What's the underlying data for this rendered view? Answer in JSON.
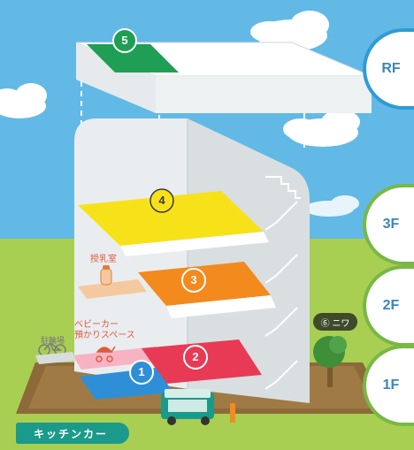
{
  "floors": {
    "rf": "RF",
    "f3": "3F",
    "f2": "2F",
    "f1": "1F"
  },
  "markers": {
    "m1": "1",
    "m2": "2",
    "m3": "3",
    "m4": "4",
    "m5": "5"
  },
  "labels": {
    "nursing_room": "授乳室",
    "stroller_line1": "ベビーカー",
    "stroller_line2": "預かりスペース",
    "parking": "駐輪場",
    "garden": "⑥ ニワ",
    "kitchen_car": "キッチンカー"
  },
  "colors": {
    "sky": "#62b9e6",
    "grass": "#a8cf52",
    "floor4": "#f7e21a",
    "floor3": "#f28a1e",
    "floor2": "#e83a54",
    "floor1_blue": "#2f8fd6",
    "floor5": "#1f9e55",
    "accent_teal": "#1a9a8a"
  }
}
